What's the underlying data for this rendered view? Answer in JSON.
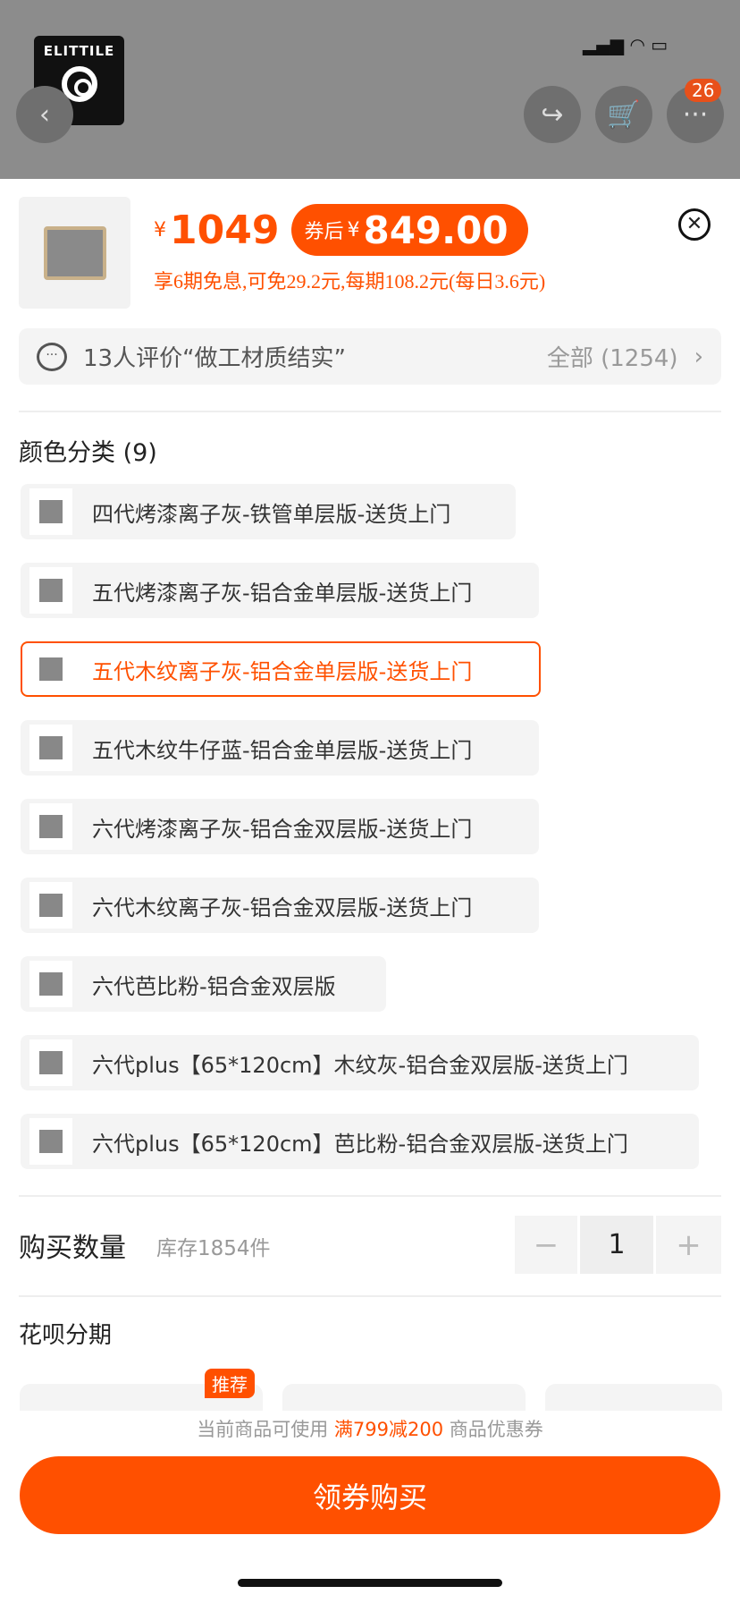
{
  "header": {
    "logo_text": "ELITTILE",
    "cart_badge": "26"
  },
  "product": {
    "currency": "¥",
    "price": "1049",
    "coupon_label": "券后",
    "coupon_price": "849.00",
    "installment_note": "享6期免息,可免29.2元,每期108.2元(每日3.6元)"
  },
  "review": {
    "text": "13人评价“做工材质结实”",
    "all": "全部 (1254)"
  },
  "color": {
    "title": "颜色分类 (9)",
    "options": [
      "四代烤漆离子灰-铁管单层版-送货上门",
      "五代烤漆离子灰-铝合金单层版-送货上门",
      "五代木纹离子灰-铝合金单层版-送货上门",
      "五代木纹牛仔蓝-铝合金单层版-送货上门",
      "六代烤漆离子灰-铝合金双层版-送货上门",
      "六代木纹离子灰-铝合金双层版-送货上门",
      "六代芭比粉-铝合金双层版",
      "六代plus【65*120cm】木纹灰-铝合金双层版-送货上门",
      "六代plus【65*120cm】芭比粉-铝合金双层版-送货上门"
    ],
    "selected_index": 2
  },
  "quantity": {
    "label": "购买数量",
    "stock": "库存1854件",
    "value": "1",
    "minus": "−",
    "plus": "+"
  },
  "huabei": {
    "title": "花呗分期",
    "recommend": "推荐"
  },
  "coupon": {
    "prefix": "当前商品可使用",
    "highlight": "满799减200",
    "suffix": "商品优惠券"
  },
  "buy_button": "领券购买",
  "colors": {
    "accent": "#ff5000"
  }
}
